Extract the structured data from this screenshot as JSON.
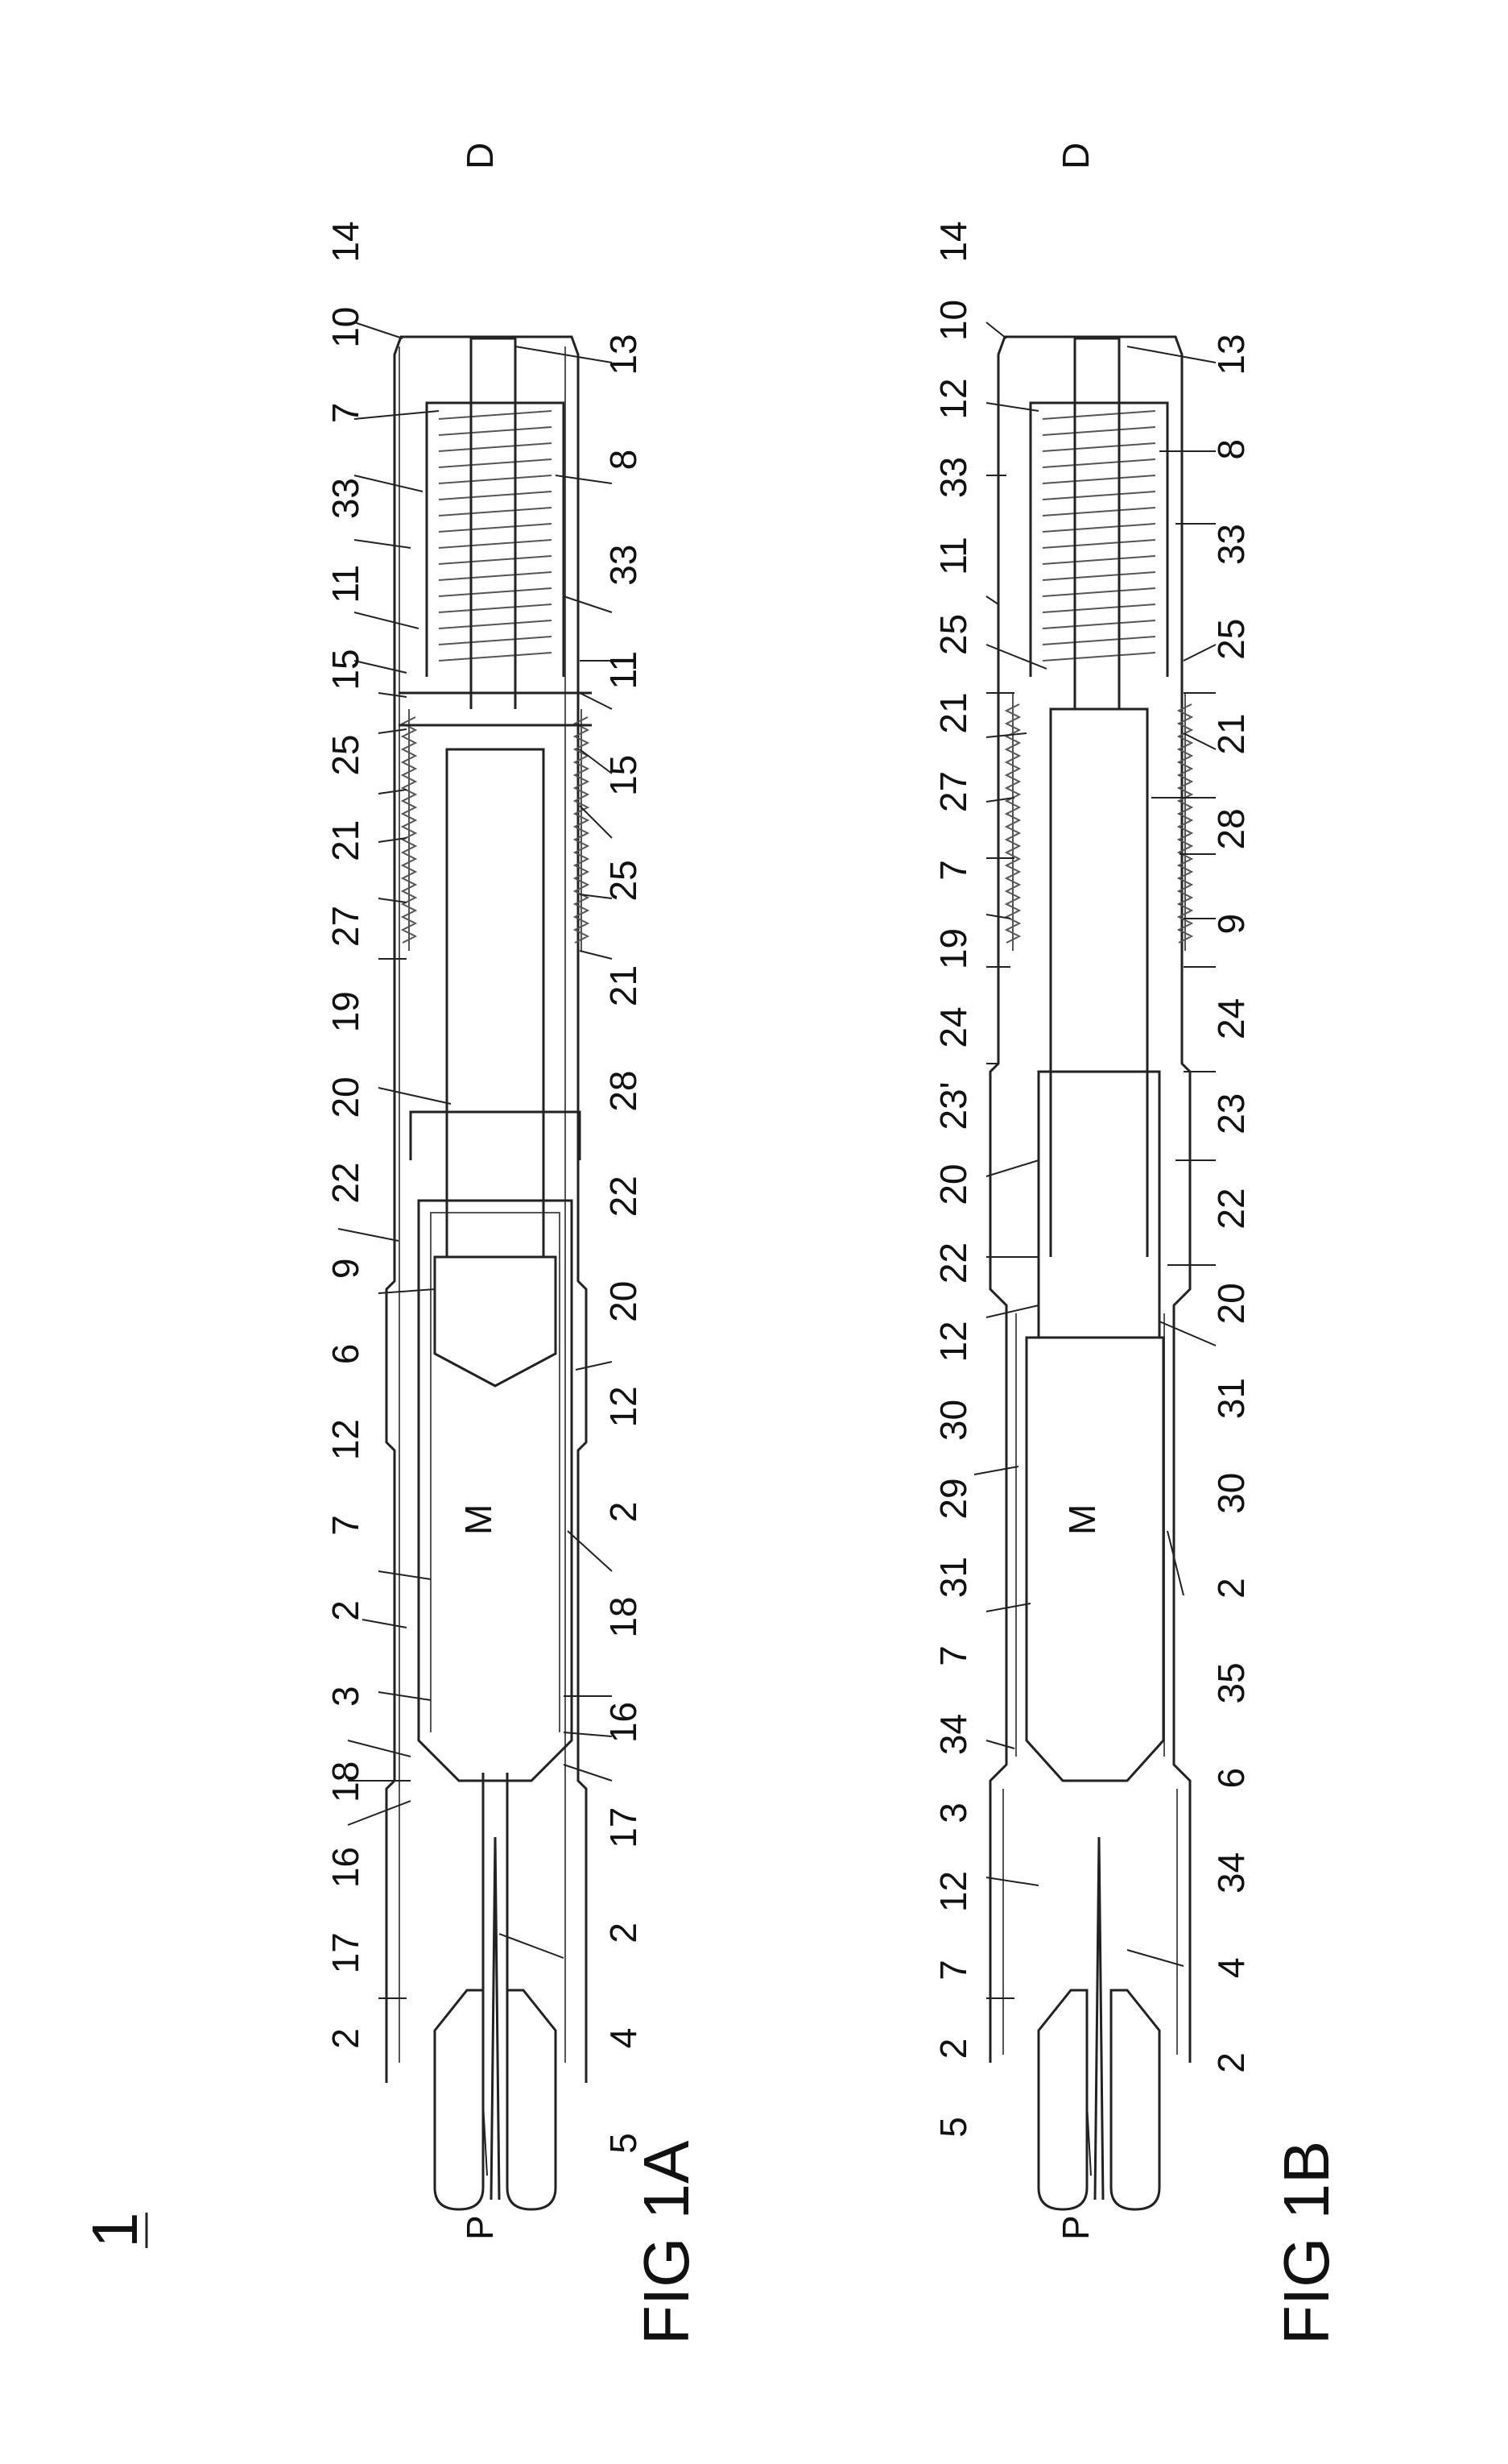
{
  "sheet_ref": "1",
  "fig_a": {
    "title": "FIG 1A",
    "end_proximal": "P",
    "end_distal": "D",
    "medicament": "M",
    "labels_top": [
      "2",
      "17",
      "16",
      "18",
      "3",
      "2",
      "7",
      "12",
      "6",
      "9",
      "22",
      "20",
      "19",
      "27",
      "21",
      "25",
      "15",
      "11",
      "33",
      "7",
      "10",
      "14"
    ],
    "labels_bottom": [
      "5",
      "4",
      "2",
      "17",
      "16",
      "18",
      "2",
      "12",
      "20",
      "22",
      "28",
      "21",
      "25",
      "15",
      "11",
      "33",
      "8",
      "13"
    ]
  },
  "fig_b": {
    "title": "FIG 1B",
    "end_proximal": "P",
    "end_distal": "D",
    "medicament": "M",
    "labels_top": [
      "5",
      "2",
      "7",
      "12",
      "3",
      "34",
      "7",
      "31",
      "29",
      "30",
      "12",
      "22",
      "20",
      "23'",
      "24",
      "19",
      "7",
      "27",
      "21",
      "25",
      "11",
      "33",
      "12",
      "10",
      "14"
    ],
    "labels_bottom": [
      "2",
      "4",
      "34",
      "6",
      "35",
      "2",
      "30",
      "31",
      "20",
      "22",
      "23",
      "24",
      "9",
      "28",
      "21",
      "25",
      "33",
      "8",
      "13"
    ]
  },
  "colors": {
    "ink": "#222222",
    "background": "#ffffff"
  }
}
